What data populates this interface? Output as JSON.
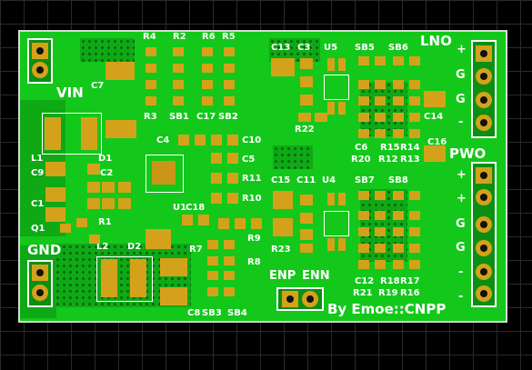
{
  "labels": {
    "vin": "VIN",
    "gnd": "GND",
    "lno": "LNO",
    "pwo": "PWO",
    "enp": "ENP",
    "enn": "ENN",
    "credit": "By Emoe::CNPP",
    "plus": "+",
    "minus": "-",
    "g": "G",
    "l1": "L1",
    "l2": "L2",
    "d1": "D1",
    "d2": "D2",
    "q1": "Q1",
    "c1": "C1",
    "c2": "C2",
    "c3": "C3",
    "c4": "C4",
    "c5": "C5",
    "c6": "C6",
    "c7": "C7",
    "c8": "C8",
    "c9": "C9",
    "c10": "C10",
    "c11": "C11",
    "c12": "C12",
    "c13": "C13",
    "c14": "C14",
    "c15": "C15",
    "c16": "C16",
    "c17": "C17",
    "c18": "C18",
    "r1": "R1",
    "r2": "R2",
    "r3": "R3",
    "r4": "R4",
    "r5": "R5",
    "r6": "R6",
    "r7": "R7",
    "r8": "R8",
    "r9": "R9",
    "r10": "R10",
    "r11": "R11",
    "r12": "R12",
    "r13": "R13",
    "r14": "R14",
    "r15": "R15",
    "r16": "R16",
    "r17": "R17",
    "r18": "R18",
    "r19": "R19",
    "r20": "R20",
    "r21": "R21",
    "r22": "R22",
    "r23": "R23",
    "sb1": "SB1",
    "sb2": "SB2",
    "sb3": "SB3",
    "sb4": "SB4",
    "sb5": "SB5",
    "sb6": "SB6",
    "sb7": "SB7",
    "sb8": "SB8",
    "u1": "U1",
    "u4": "U4",
    "u5": "U5"
  },
  "colors": {
    "board": "#13c81a",
    "copper_pad": "#d4a21a",
    "silkscreen": "#ffffff",
    "background": "#000000"
  }
}
